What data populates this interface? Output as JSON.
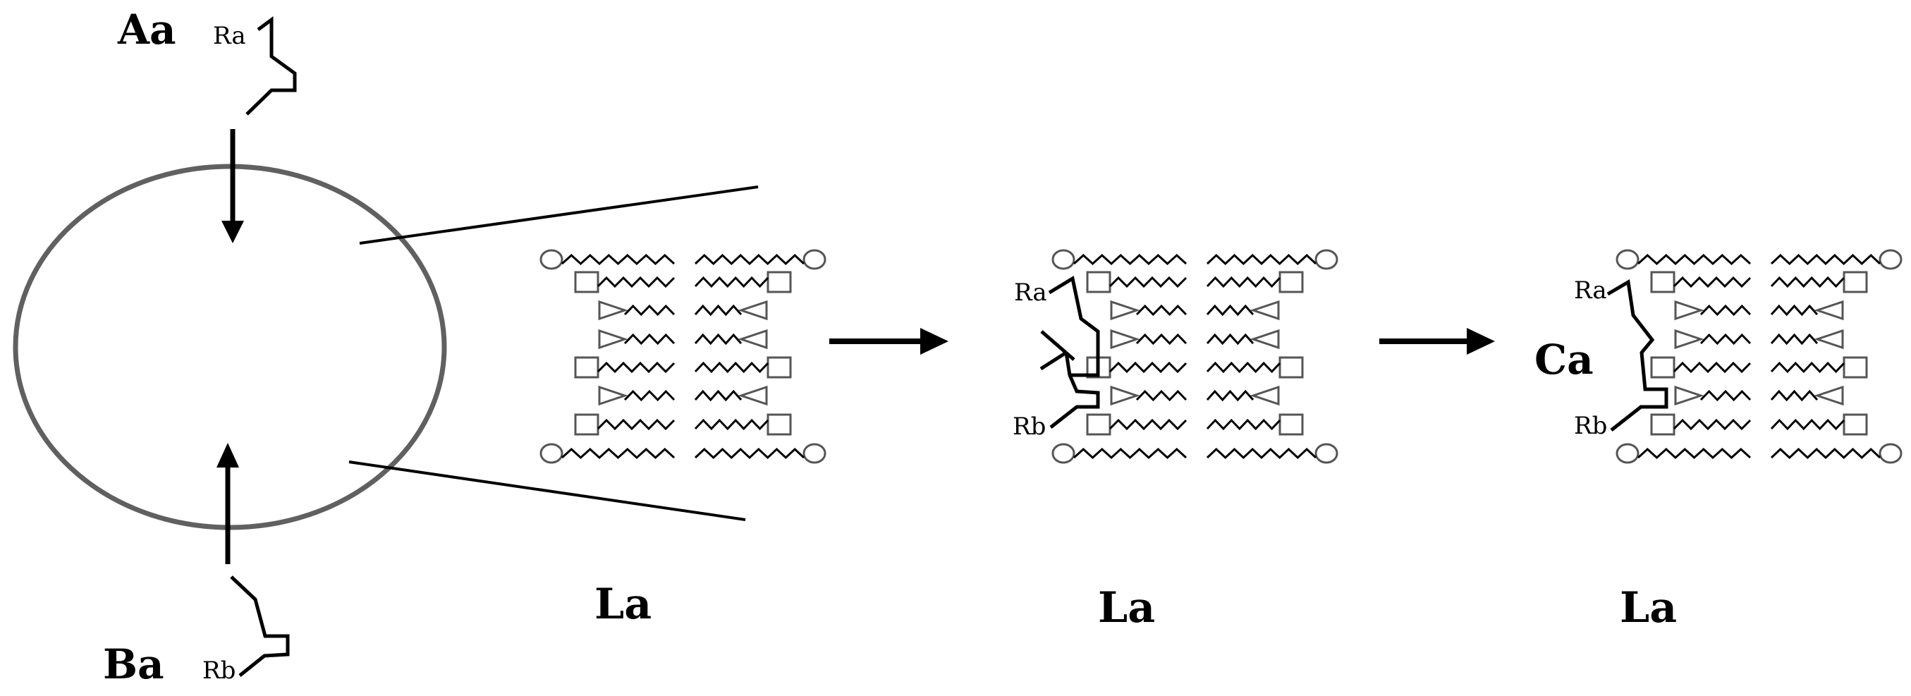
{
  "labels": {
    "aa": "Aa",
    "ba": "Ba",
    "ca": "Ca",
    "ra1": "Ra",
    "rb1": "Rb",
    "ra2": "Ra",
    "rb2": "Rb",
    "ra3": "Ra",
    "rb3": "Rb",
    "la1": "La",
    "la2": "La",
    "la3": "La"
  },
  "colors": {
    "vesicle": "#606060",
    "membrane": "#555555",
    "ink": "#000000"
  }
}
